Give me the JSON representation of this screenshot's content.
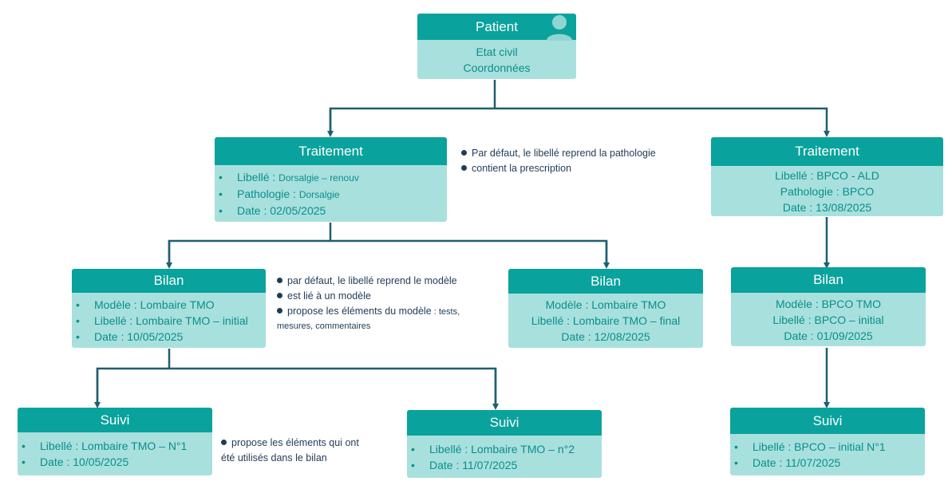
{
  "patient": {
    "title": "Patient",
    "lines": [
      "Etat civil",
      "Coordonnées"
    ]
  },
  "treatment1": {
    "title": "Traitement",
    "items": [
      {
        "key": "Libellé : ",
        "value": "Dorsalgie – renouv"
      },
      {
        "key": "Pathologie : ",
        "value": "Dorsalgie"
      },
      {
        "key": "Date : 02/05/2025",
        "value": ""
      }
    ]
  },
  "treatment2": {
    "title": "Traitement",
    "lines": [
      "Libellé : BPCO - ALD",
      "Pathologie : BPCO",
      "Date : 13/08/2025"
    ]
  },
  "note_treatment": {
    "lines": [
      "Par défaut, le libellé reprend la pathologie",
      "contient la prescription"
    ]
  },
  "bilan1": {
    "title": "Bilan",
    "items": [
      "Modèle : Lombaire TMO",
      "Libellé : Lombaire TMO – initial",
      "Date : 10/05/2025"
    ]
  },
  "bilan2": {
    "title": "Bilan",
    "lines": [
      "Modèle : Lombaire TMO",
      "Libellé : Lombaire TMO – final",
      "Date : 12/08/2025"
    ]
  },
  "bilan3": {
    "title": "Bilan",
    "lines": [
      "Modèle : BPCO TMO",
      "Libellé : BPCO – initial",
      "Date : 01/09/2025"
    ]
  },
  "note_bilan": {
    "line1": "par défaut, le libellé reprend le modèle",
    "line2": "est lié à un modèle",
    "line3_main": "propose les éléments du modèle",
    "line3_small": " : tests,",
    "line4": "mesures, commentaires"
  },
  "suivi1": {
    "title": "Suivi",
    "items": [
      "Libellé : Lombaire TMO – N°1",
      "Date : 10/05/2025"
    ]
  },
  "suivi2": {
    "title": "Suivi",
    "items": [
      "Libellé : Lombaire TMO – n°2",
      "Date : 11/07/2025"
    ]
  },
  "suivi3": {
    "title": "Suivi",
    "items": [
      "Libellé : BPCO – initial N°1",
      "Date : 11/07/2025"
    ]
  },
  "note_suivi": {
    "line1": "propose les éléments qui ont",
    "line2": "été utilisés dans le bilan"
  },
  "colors": {
    "header": "#0aa29c",
    "body": "#a8e0de",
    "text": "#0a8f8a",
    "connector": "#1f5f6f",
    "note": "#1f3b57"
  }
}
